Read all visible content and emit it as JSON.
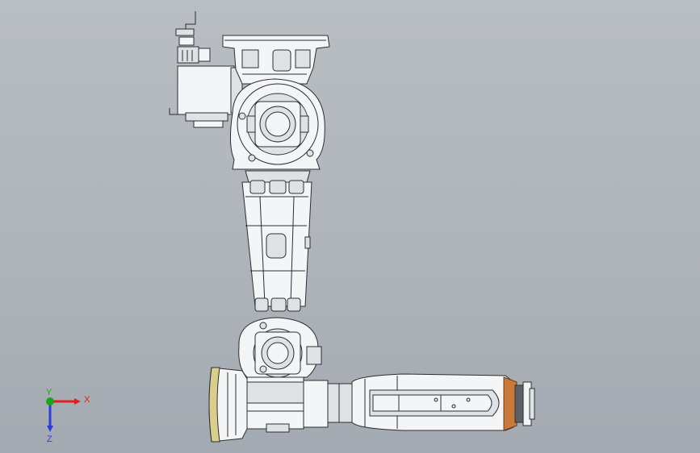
{
  "triad": {
    "x_label": "X",
    "y_label": "Y",
    "z_label": "Z",
    "x_color": "#e0201b",
    "y_color": "#18a71b",
    "z_color": "#2a3fd9"
  }
}
